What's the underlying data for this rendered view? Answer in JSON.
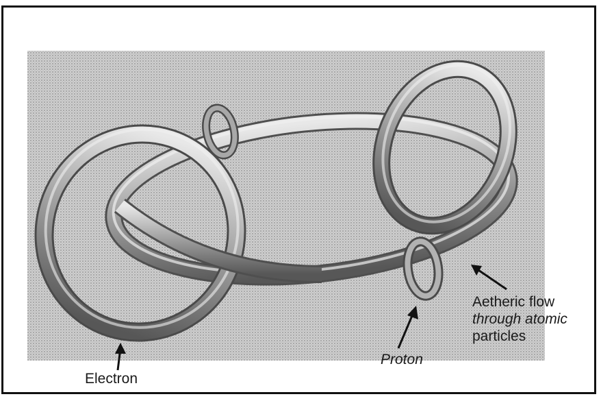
{
  "labels": {
    "electron": "Electron",
    "proton": "Proton",
    "aetheric_line1": "Aetheric flow",
    "aetheric_line2": "through atomic",
    "aetheric_line3": "particles"
  },
  "colors": {
    "background": "#ffffff",
    "photo_background": "#c9c9c9",
    "tube_dark": "#5e5e5e",
    "tube_mid": "#9a9a9a",
    "tube_light": "#e4e4e4",
    "text": "#1a1a1a"
  }
}
